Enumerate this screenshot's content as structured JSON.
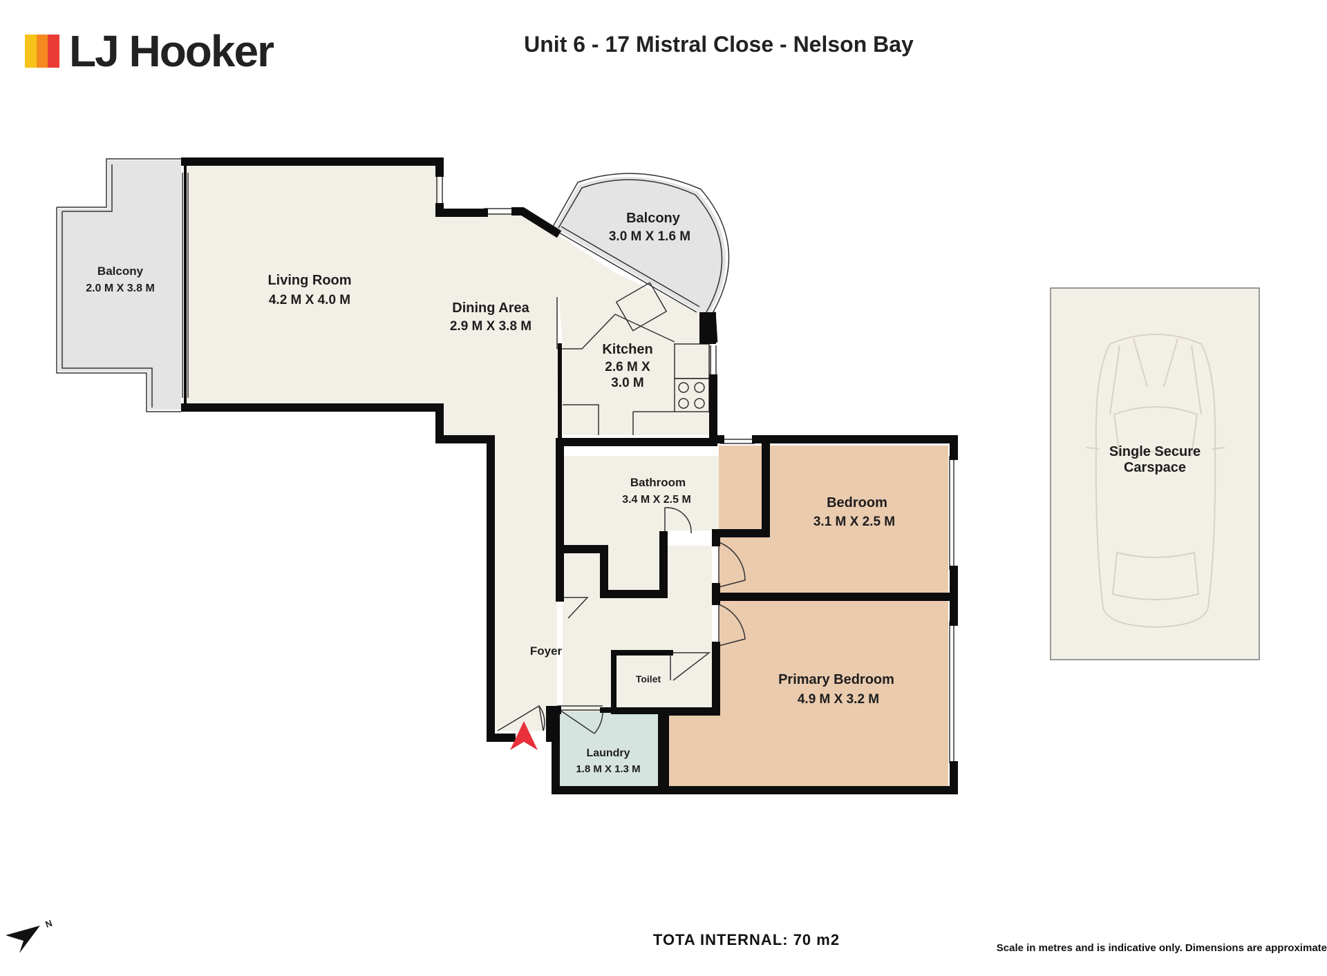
{
  "brand": {
    "name": "LJ Hooker",
    "logo_colors": [
      "#f7c31b",
      "#f48a1f",
      "#ea3b35"
    ]
  },
  "title": "Unit 6 - 17 Mistral Close - Nelson Bay",
  "rooms": {
    "balcony_west": {
      "label": "Balcony",
      "dims": "2.0 M X 3.8 M"
    },
    "living": {
      "label": "Living Room",
      "dims": "4.2 M X 4.0 M"
    },
    "dining": {
      "label": "Dining Area",
      "dims": "2.9 M X 3.8 M"
    },
    "balcony_curved": {
      "label": "Balcony",
      "dims": "3.0 M X 1.6 M"
    },
    "kitchen": {
      "label": "Kitchen",
      "dims_line1": "2.6 M X",
      "dims_line2": "3.0 M"
    },
    "bathroom": {
      "label": "Bathroom",
      "dims": "3.4 M X 2.5 M"
    },
    "bedroom": {
      "label": "Bedroom",
      "dims": "3.1 M X 2.5 M"
    },
    "foyer": {
      "label": "Foyer"
    },
    "toilet": {
      "label": "Toilet"
    },
    "laundry": {
      "label": "Laundry",
      "dims": "1.8 M X 1.3 M"
    },
    "primary_bedroom": {
      "label": "Primary Bedroom",
      "dims": "4.9 M X 3.2 M"
    }
  },
  "carspace": {
    "line1": "Single Secure",
    "line2": "Carspace"
  },
  "total": "TOTA INTERNAL: 70 m2",
  "scale_note": "Scale in metres and is indicative only. Dimensions are approximate",
  "compass": {
    "letter": "N"
  },
  "colors": {
    "floor": "#f2efe7",
    "wall": "#0d0d0d",
    "balcony": "#e4e4e4",
    "bedroom": "#ebcbae",
    "laundry": "#d6e4e0",
    "entry_marker": "#e8303a",
    "carspace_border": "#7a7a7a"
  },
  "icons": [
    "entry-arrow-icon",
    "compass-north-icon",
    "car-icon"
  ]
}
